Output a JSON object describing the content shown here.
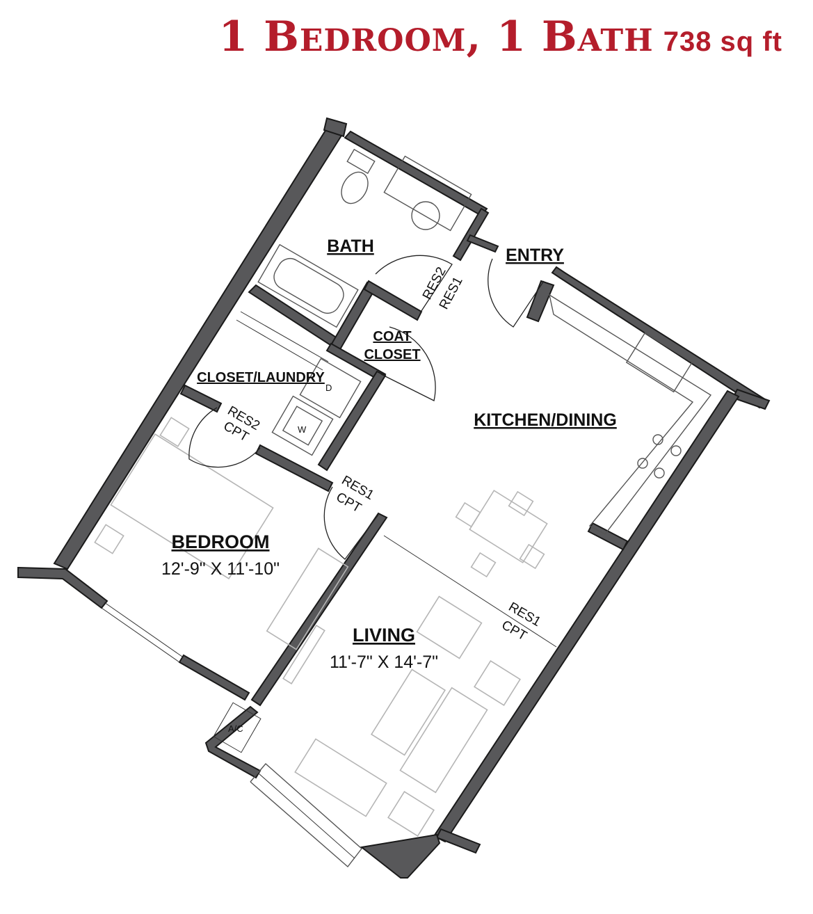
{
  "title": {
    "line1_big1": "1 B",
    "line1_small1": "EDROOM",
    "line1_big2": ", 1 B",
    "line1_small2": "ATH",
    "area": "738 sq ft"
  },
  "rooms": {
    "bath": "BATH",
    "entry": "ENTRY",
    "coat_closet_1": "COAT",
    "coat_closet_2": "CLOSET",
    "closet_laundry": "CLOSET/LAUNDRY",
    "kitchen_dining": "KITCHEN/DINING",
    "bedroom": "BEDROOM",
    "bedroom_dims": "12'-9\" X 11'-10\"",
    "living": "LIVING",
    "living_dims": "11'-7\" X 14'-7\""
  },
  "finish_codes": {
    "bath_door_a": "RES2",
    "bath_door_b": "RES1",
    "bedroom_closet_a": "RES2",
    "bedroom_closet_b": "CPT",
    "bedroom_door_a": "RES1",
    "bedroom_door_b": "CPT",
    "living_a": "RES1",
    "living_b": "CPT"
  },
  "appliances": {
    "dryer": "D",
    "washer": "W",
    "ac": "A/C"
  },
  "colors": {
    "title": "#b41d2b",
    "wall_fill": "#58585a",
    "furniture": "#b5b5b5"
  }
}
